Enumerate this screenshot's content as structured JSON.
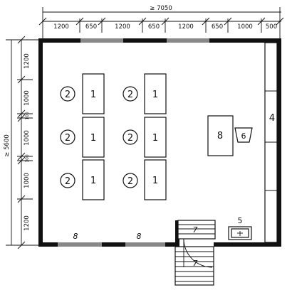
{
  "top_dimensions": {
    "overall": "≥ 7050",
    "segments": [
      "1200",
      "650",
      "1200",
      "650",
      "1200",
      "650",
      "1000",
      "500"
    ]
  },
  "left_dimensions": {
    "overall": "≥ 5600",
    "segments": [
      "1200",
      "1000",
      "100",
      "1000",
      "100",
      "1000",
      "1200"
    ]
  },
  "labels": {
    "desk": "1",
    "chair": "2",
    "steps": "7",
    "window": "8",
    "teacher_desk": "8",
    "teacher_chair": "6",
    "cabinet": "4",
    "sink": "5"
  }
}
